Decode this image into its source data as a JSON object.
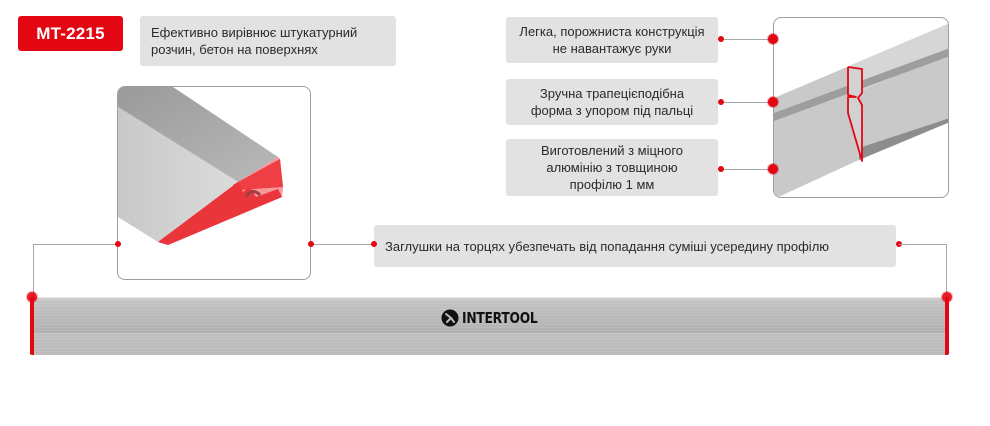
{
  "product": {
    "model_badge": "MT-2215",
    "brand_logo_text": "INTERTOOL"
  },
  "callouts": {
    "surface_leveling": "Ефективно вирівнює штукатурний розчин, бетон на поверхнях",
    "lightweight_line1": "Легка, порожниста конструкція",
    "lightweight_line2": "не навантажує руки",
    "trapezoid_line1": "Зручна трапецієподібна",
    "trapezoid_line2": "форма з упором під пальці",
    "aluminum_line1": "Виготовлений з міцного",
    "aluminum_line2": "алюмінію з товщиною",
    "aluminum_line3": "профілю 1 мм",
    "end_caps": "Заглушки на торцях убезпечать від попадання суміші усередину профілю"
  },
  "colors": {
    "accent_red": "#e30613",
    "callout_bg": "#e2e2e2",
    "connector_gray": "#a6a6a6",
    "aluminum_gray": "#bdbdbd"
  },
  "icons": {
    "logo_mark": "intertool-logo-icon",
    "connector_dot": "red-dot-icon"
  }
}
